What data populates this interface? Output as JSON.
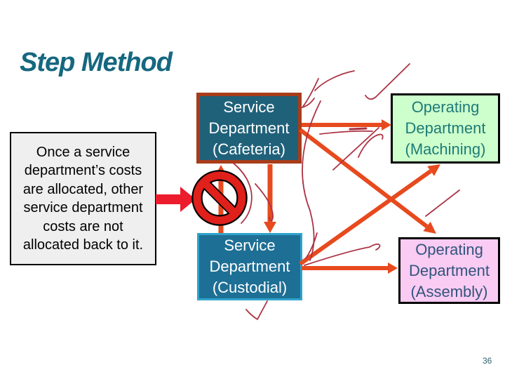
{
  "slide": {
    "title": "Step Method",
    "page_number": "36"
  },
  "note_box": {
    "text": "Once a service department’s costs are allocated, other service department costs are not allocated back to it."
  },
  "diagram": {
    "boxes": {
      "cafeteria": {
        "line1": "Service",
        "line2": "Department",
        "line3": "(Cafeteria)"
      },
      "machining": {
        "line1": "Operating",
        "line2": "Department",
        "line3": "(Machining)"
      },
      "custodial": {
        "line1": "Service",
        "line2": "Department",
        "line3": "(Custodial)"
      },
      "assembly": {
        "line1": "Operating",
        "line2": "Department",
        "line3": "(Assembly)"
      }
    },
    "icons": {
      "no_symbol": "prohibition-sign",
      "block_arrow": "right-block-arrow"
    },
    "colors": {
      "title_text": "#15687F",
      "arrow_orange": "#E74A1E",
      "block_arrow_red": "#EC1C2C",
      "no_symbol_red": "#E0201B",
      "ink_annotation": "#AB3344",
      "cafeteria_fill": "#20617A",
      "cafeteria_border": "#A83C1A",
      "machining_fill": "#CDFFCC",
      "machining_text": "#1E7B78",
      "custodial_fill": "#1E6F95",
      "custodial_border": "#2FA3CC",
      "assembly_fill": "#FACBF3",
      "assembly_text": "#31557C",
      "note_box_fill": "#EFEFEF",
      "page_number_text": "#2E6272"
    }
  }
}
